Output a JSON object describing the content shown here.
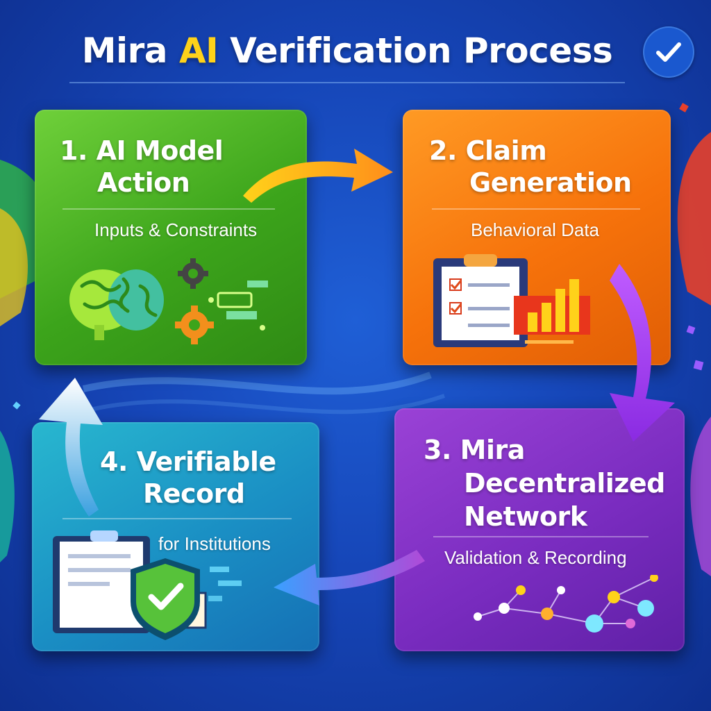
{
  "title": {
    "prefix": "Mira ",
    "accent": "AI",
    "suffix": " Verification Process"
  },
  "steps": [
    {
      "number": "1.",
      "title_line1": "AI Model",
      "title_line2": "Action",
      "subtitle": "Inputs & Constraints",
      "color": "#3ca41b"
    },
    {
      "number": "2.",
      "title_line1": "Claim",
      "title_line2": "Generation",
      "subtitle": "Behavioral Data",
      "color": "#f6720b"
    },
    {
      "number": "3.",
      "title_line1": "Mira",
      "title_line2": "Decentralized",
      "title_line3": "Network",
      "subtitle": "Validation & Recording",
      "color": "#7a2cc0"
    },
    {
      "number": "4.",
      "title_line1": "Verifiable",
      "title_line2": "Record",
      "subtitle": "for Institutions",
      "color": "#1a8fc4"
    }
  ],
  "icons": {
    "step1": [
      "brain-icon",
      "gear-icon",
      "circuit-icon"
    ],
    "step2": [
      "clipboard-checklist-icon",
      "bar-chart-icon"
    ],
    "step3": [
      "network-nodes-icon"
    ],
    "step4": [
      "document-icon",
      "shield-check-icon"
    ],
    "badge": "checkmark-badge-icon"
  },
  "colors": {
    "background": "#1646b8",
    "accent_yellow": "#ffd21a"
  }
}
